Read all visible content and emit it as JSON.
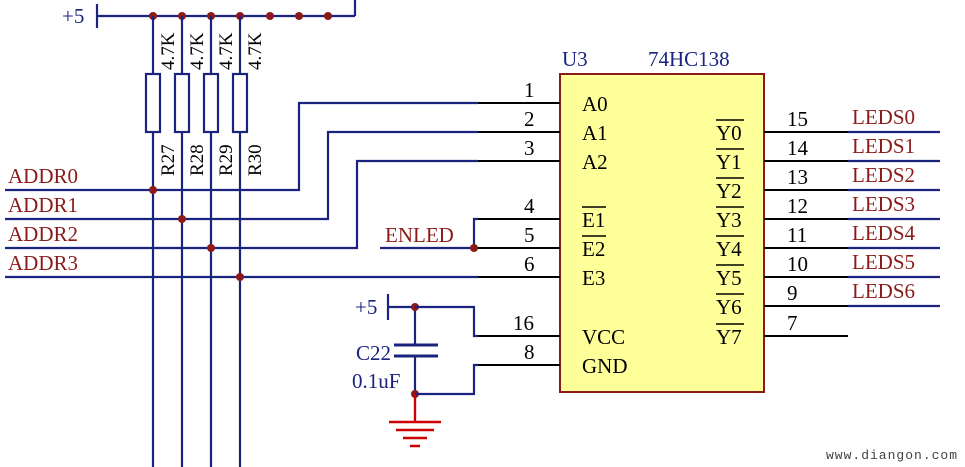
{
  "power": {
    "top_label": "+5",
    "cap_label": "+5"
  },
  "resistors": [
    {
      "ref": "R27",
      "value": "4.7K"
    },
    {
      "ref": "R28",
      "value": "4.7K"
    },
    {
      "ref": "R29",
      "value": "4.7K"
    },
    {
      "ref": "R30",
      "value": "4.7K"
    }
  ],
  "address_nets": [
    "ADDR0",
    "ADDR1",
    "ADDR2",
    "ADDR3"
  ],
  "enable_net": "ENLED",
  "ic": {
    "ref": "U3",
    "part": "74HC138",
    "left_pins": [
      {
        "num": "1",
        "name": "A0"
      },
      {
        "num": "2",
        "name": "A1"
      },
      {
        "num": "3",
        "name": "A2"
      },
      {
        "num": "4",
        "name": "E1"
      },
      {
        "num": "5",
        "name": "E2"
      },
      {
        "num": "6",
        "name": "E3"
      },
      {
        "num": "16",
        "name": "VCC"
      },
      {
        "num": "8",
        "name": "GND"
      }
    ],
    "right_pins": [
      {
        "num": "15",
        "name": "Y0",
        "net": "LEDS0"
      },
      {
        "num": "14",
        "name": "Y1",
        "net": "LEDS1"
      },
      {
        "num": "13",
        "name": "Y2",
        "net": "LEDS2"
      },
      {
        "num": "12",
        "name": "Y3",
        "net": "LEDS3"
      },
      {
        "num": "11",
        "name": "Y4",
        "net": "LEDS4"
      },
      {
        "num": "10",
        "name": "Y5",
        "net": "LEDS5"
      },
      {
        "num": "9",
        "name": "Y6",
        "net": "LEDS6"
      },
      {
        "num": "7",
        "name": "Y7",
        "net": ""
      }
    ]
  },
  "capacitor": {
    "ref": "C22",
    "value": "0.1uF"
  },
  "watermark": "www.diangon.com",
  "colors": {
    "wire": "#1a237e",
    "net_label": "#8b1a1a",
    "ic_fill": "#ffff99",
    "ic_border": "#8b1a1a",
    "ground": "#cc0000",
    "text": "#000000"
  }
}
